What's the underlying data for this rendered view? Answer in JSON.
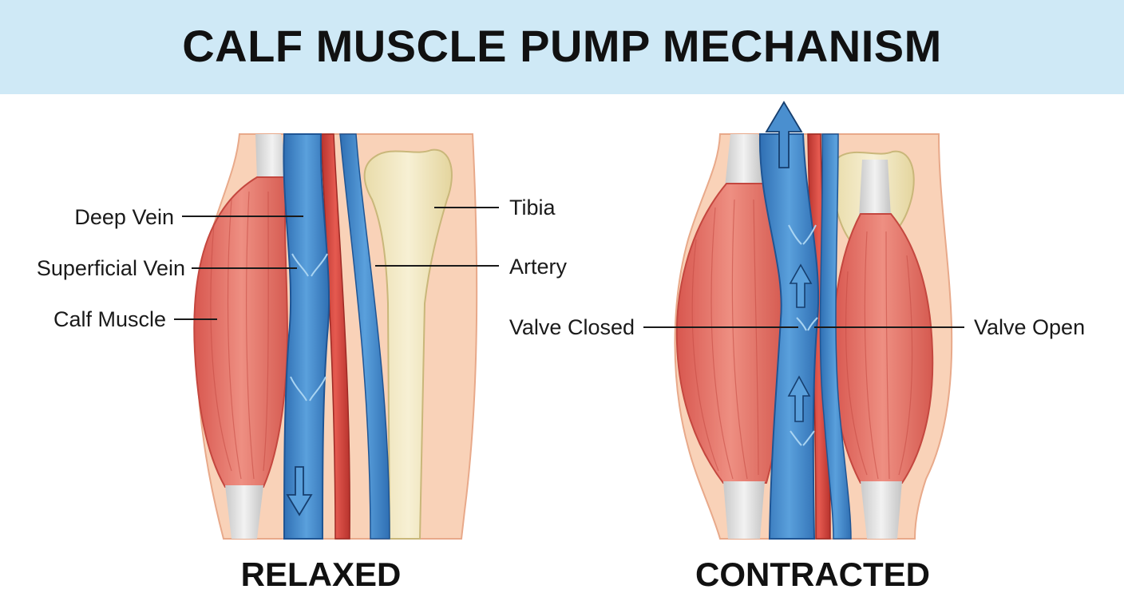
{
  "title": "CALF MUSCLE PUMP MECHANISM",
  "relaxed": {
    "caption": "RELAXED",
    "labels": {
      "deep_vein": "Deep Vein",
      "superficial_vein": "Superficial Vein",
      "calf_muscle": "Calf Muscle",
      "tibia": "Tibia",
      "artery": "Artery"
    }
  },
  "contracted": {
    "caption": "CONTRACTED",
    "labels": {
      "valve_closed": "Valve Closed",
      "valve_open": "Valve Open"
    }
  },
  "colors": {
    "header_bg": "#cfe9f6",
    "skin": "#f9d2b8",
    "muscle": "#e5786c",
    "vein": "#4a8fcf",
    "artery": "#d84a42",
    "bone": "#f0e6bd",
    "tendon": "#dcdcdc"
  }
}
